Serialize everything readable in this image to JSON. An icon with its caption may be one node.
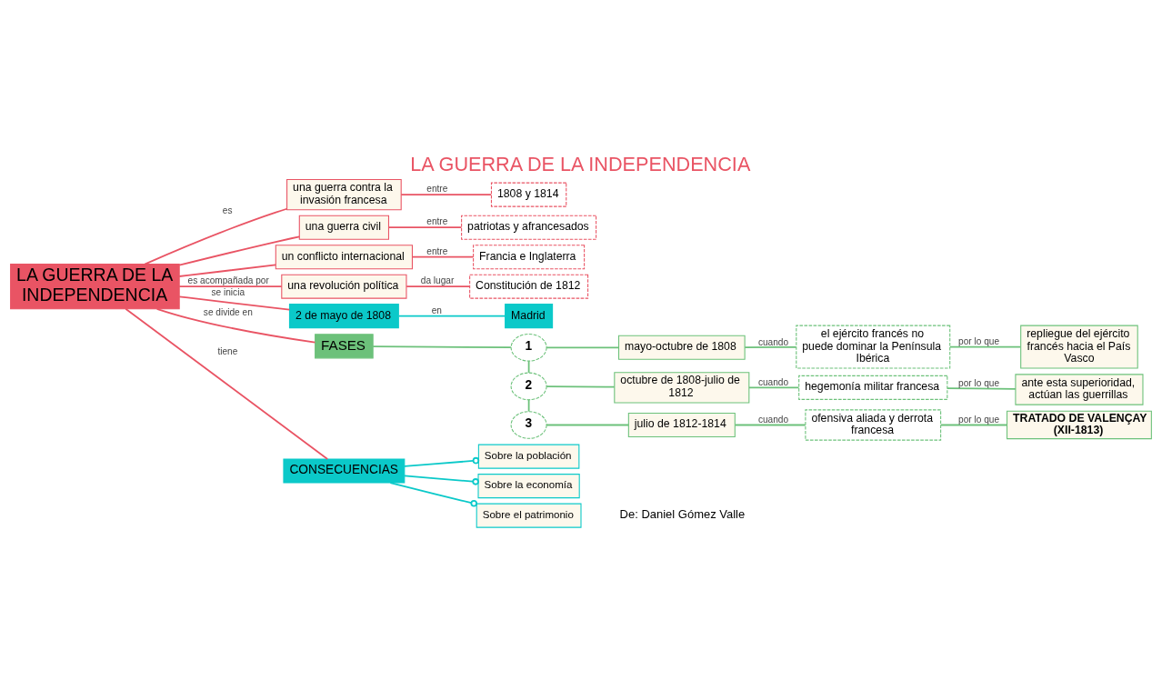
{
  "diagram": {
    "title": "LA GUERRA DE LA INDEPENDENCIA",
    "nodes": [
      {
        "text": [
          "LA GUERRA DE LA INDEPENDENCIA"
        ]
      },
      {
        "text": [
          "una guerra contra la invasión francesa"
        ]
      },
      {
        "text": [
          "una guerra civil"
        ]
      },
      {
        "text": [
          "un conflicto internacional"
        ]
      },
      {
        "text": [
          "una revolución política"
        ]
      },
      {
        "text": [
          "1808 y 1814"
        ]
      },
      {
        "text": [
          "patriotas y afrancesados"
        ]
      },
      {
        "text": [
          "Francia e Inglaterra"
        ]
      },
      {
        "text": [
          "Constitución de 1812"
        ]
      },
      {
        "text": [
          "2 de mayo de 1808"
        ]
      },
      {
        "text": [
          "Madrid"
        ]
      },
      {
        "text": [
          "FASES"
        ]
      },
      {
        "text": [
          "1"
        ]
      },
      {
        "text": [
          "2"
        ]
      },
      {
        "text": [
          "3"
        ]
      },
      {
        "text": [
          "mayo-octubre de 1808"
        ]
      },
      {
        "text": [
          "octubre de 1808-julio de 1812"
        ]
      },
      {
        "text": [
          "julio de 1812-1814"
        ]
      },
      {
        "text": [
          "el ejército francés no puede dominar la Península Ibérica"
        ]
      },
      {
        "text": [
          "hegemonía militar francesa"
        ]
      },
      {
        "text": [
          "ofensiva aliada y derrota francesa"
        ]
      },
      {
        "text": [
          "repliegue del ejército francés hacia el País Vasco"
        ]
      },
      {
        "text": [
          "ante esta superioridad, actúan las guerrillas"
        ]
      },
      {
        "text": [
          "TRATADO DE VALENÇAY (XII-1813)"
        ]
      },
      {
        "text": [
          "CONSECUENCIAS"
        ]
      },
      {
        "text": [
          "Sobre la población"
        ]
      },
      {
        "text": [
          "Sobre la economía"
        ]
      },
      {
        "text": [
          "Sobre el patrimonio"
        ]
      }
    ],
    "edges": [
      {
        "from": 0,
        "to": 1,
        "arrow": "none",
        "label": "es",
        "color": "#e95464"
      },
      {
        "from": 0,
        "to": 2,
        "arrow": "none",
        "color": "#e95464"
      },
      {
        "from": 0,
        "to": 3,
        "arrow": "none",
        "color": "#e95464"
      },
      {
        "from": 0,
        "to": 4,
        "arrow": "none",
        "label": "es acompañada por",
        "color": "#e95464"
      },
      {
        "from": 1,
        "to": 5,
        "arrow": "none",
        "label": "entre",
        "color": "#e95464"
      },
      {
        "from": 2,
        "to": 6,
        "arrow": "none",
        "label": "entre",
        "color": "#e95464"
      },
      {
        "from": 3,
        "to": 7,
        "arrow": "none",
        "label": "entre",
        "color": "#e95464"
      },
      {
        "from": 4,
        "to": 8,
        "arrow": "none",
        "label": "da lugar",
        "color": "#e95464"
      },
      {
        "from": 0,
        "to": 9,
        "arrow": "none",
        "label": "se inicia",
        "color": "#e95464"
      },
      {
        "from": 9,
        "to": 10,
        "arrow": "none",
        "label": "en",
        "color": "#0bc9c9"
      },
      {
        "from": 0,
        "to": 11,
        "arrow": "none",
        "label": "se divide en",
        "color": "#e95464"
      },
      {
        "from": 11,
        "to": 12,
        "arrow": "none"
      },
      {
        "from": 12,
        "to": 13,
        "arrow": "none"
      },
      {
        "from": 13,
        "to": 14,
        "arrow": "none"
      },
      {
        "from": 12,
        "to": 15,
        "arrow": "none"
      },
      {
        "from": 13,
        "to": 16,
        "arrow": "none"
      },
      {
        "from": 14,
        "to": 17,
        "arrow": "none"
      },
      {
        "from": 15,
        "to": 18,
        "arrow": "none",
        "label": "cuando"
      },
      {
        "from": 16,
        "to": 19,
        "arrow": "none",
        "label": "cuando"
      },
      {
        "from": 17,
        "to": 20,
        "arrow": "none",
        "label": "cuando"
      },
      {
        "from": 18,
        "to": 21,
        "arrow": "none",
        "label": "por lo que"
      },
      {
        "from": 19,
        "to": 22,
        "arrow": "none",
        "label": "por lo que"
      },
      {
        "from": 20,
        "to": 23,
        "arrow": "none",
        "label": "por lo que"
      },
      {
        "from": 0,
        "to": 24,
        "arrow": "none",
        "label": "tiene",
        "color": "#e95464"
      },
      {
        "from": 24,
        "to": 25,
        "arrow": "other",
        "color": "#0bc9c9"
      },
      {
        "from": 24,
        "to": 26,
        "arrow": "other",
        "color": "#0bc9c9"
      },
      {
        "from": 24,
        "to": 27,
        "arrow": "other",
        "color": "#0bc9c9"
      }
    ],
    "labels": [
      "De: Daniel Gómez Valle"
    ]
  }
}
